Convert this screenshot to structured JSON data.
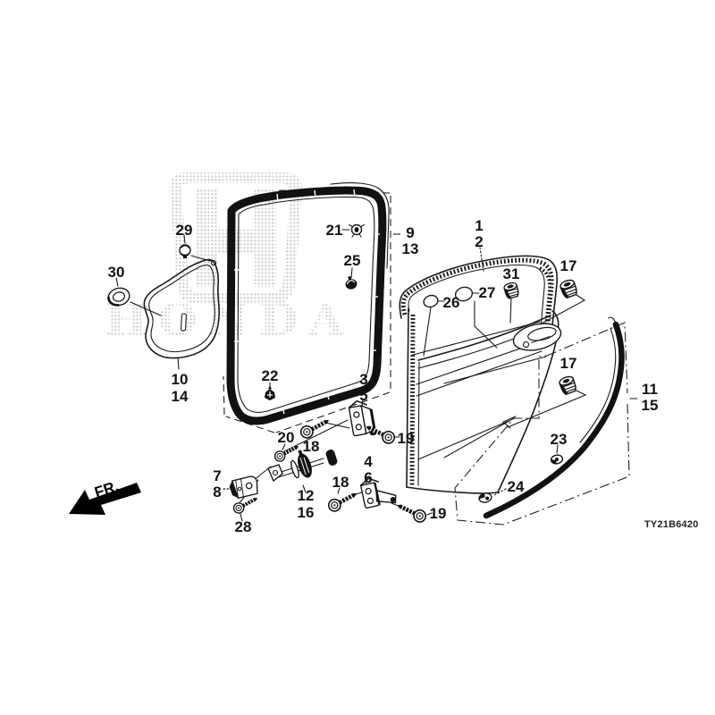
{
  "watermark": {
    "logo": "honda-h-logo",
    "text": "HONDA"
  },
  "orientation": {
    "front_label": "FR."
  },
  "footer": {
    "diagram_code": "TY21B6420"
  },
  "colors": {
    "line": "#1a1a1a",
    "watermark_halftone": "#c9c9c9",
    "background": "#ffffff"
  },
  "callouts": [
    {
      "text": "29"
    },
    {
      "text": "30"
    },
    {
      "text": "10"
    },
    {
      "text": "14"
    },
    {
      "text": "21"
    },
    {
      "text": "25"
    },
    {
      "text": "22"
    },
    {
      "text": "9"
    },
    {
      "text": "13"
    },
    {
      "text": "1"
    },
    {
      "text": "2"
    },
    {
      "text": "26"
    },
    {
      "text": "27"
    },
    {
      "text": "31"
    },
    {
      "text": "17"
    },
    {
      "text": "17"
    },
    {
      "text": "11"
    },
    {
      "text": "15"
    },
    {
      "text": "23"
    },
    {
      "text": "24"
    },
    {
      "text": "3"
    },
    {
      "text": "5"
    },
    {
      "text": "4"
    },
    {
      "text": "6"
    },
    {
      "text": "20"
    },
    {
      "text": "18"
    },
    {
      "text": "19"
    },
    {
      "text": "7"
    },
    {
      "text": "8"
    },
    {
      "text": "12"
    },
    {
      "text": "16"
    },
    {
      "text": "28"
    },
    {
      "text": "18"
    },
    {
      "text": "19"
    }
  ]
}
